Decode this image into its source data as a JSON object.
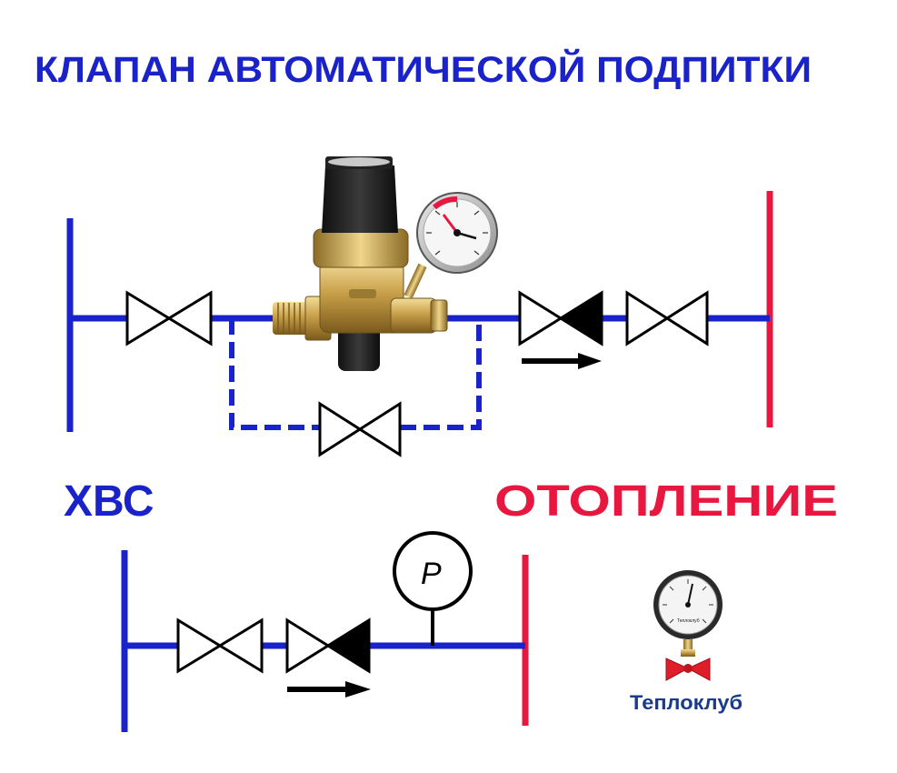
{
  "title": "КЛАПАН АВТОМАТИЧЕСКОЙ ПОДПИТКИ",
  "labels": {
    "cold_water": "ХВС",
    "heating": "ОТОПЛЕНИЕ",
    "pressure_gauge_symbol": "P"
  },
  "logo": {
    "text": "Теплоклуб",
    "dial_text": "Теплоклуб",
    "icon": "pressure-gauge-with-bow-tie"
  },
  "colors": {
    "cold_line": "#1a22c9",
    "hot_line": "#e8173f",
    "title": "#1a22c9",
    "valve_brass": "#c8a14a"
  }
}
